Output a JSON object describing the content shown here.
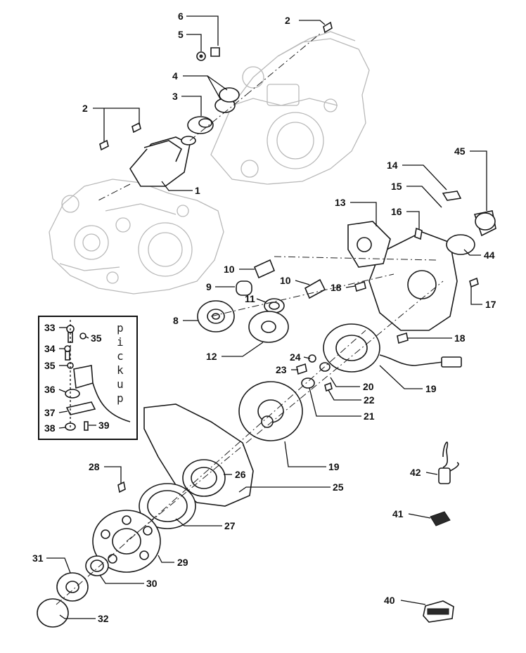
{
  "callouts": [
    {
      "id": "c1",
      "label": "1"
    },
    {
      "id": "c2a",
      "label": "2"
    },
    {
      "id": "c2b",
      "label": "2"
    },
    {
      "id": "c3",
      "label": "3"
    },
    {
      "id": "c4",
      "label": "4"
    },
    {
      "id": "c5",
      "label": "5"
    },
    {
      "id": "c6",
      "label": "6"
    },
    {
      "id": "c8",
      "label": "8"
    },
    {
      "id": "c9",
      "label": "9"
    },
    {
      "id": "c10a",
      "label": "10"
    },
    {
      "id": "c10b",
      "label": "10"
    },
    {
      "id": "c11",
      "label": "11"
    },
    {
      "id": "c12",
      "label": "12"
    },
    {
      "id": "c13",
      "label": "13"
    },
    {
      "id": "c14",
      "label": "14"
    },
    {
      "id": "c15",
      "label": "15"
    },
    {
      "id": "c16",
      "label": "16"
    },
    {
      "id": "c17",
      "label": "17"
    },
    {
      "id": "c18a",
      "label": "18"
    },
    {
      "id": "c18b",
      "label": "18"
    },
    {
      "id": "c19a",
      "label": "19"
    },
    {
      "id": "c19b",
      "label": "19"
    },
    {
      "id": "c20",
      "label": "20"
    },
    {
      "id": "c21",
      "label": "21"
    },
    {
      "id": "c22",
      "label": "22"
    },
    {
      "id": "c23",
      "label": "23"
    },
    {
      "id": "c24",
      "label": "24"
    },
    {
      "id": "c25",
      "label": "25"
    },
    {
      "id": "c26",
      "label": "26"
    },
    {
      "id": "c27",
      "label": "27"
    },
    {
      "id": "c28",
      "label": "28"
    },
    {
      "id": "c29",
      "label": "29"
    },
    {
      "id": "c30",
      "label": "30"
    },
    {
      "id": "c31",
      "label": "31"
    },
    {
      "id": "c32",
      "label": "32"
    },
    {
      "id": "c33",
      "label": "33"
    },
    {
      "id": "c34",
      "label": "34"
    },
    {
      "id": "c35a",
      "label": "35"
    },
    {
      "id": "c35b",
      "label": "35"
    },
    {
      "id": "c36",
      "label": "36"
    },
    {
      "id": "c37",
      "label": "37"
    },
    {
      "id": "c38",
      "label": "38"
    },
    {
      "id": "c39",
      "label": "39"
    },
    {
      "id": "c40",
      "label": "40"
    },
    {
      "id": "c41",
      "label": "41"
    },
    {
      "id": "c42",
      "label": "42"
    },
    {
      "id": "c44",
      "label": "44"
    },
    {
      "id": "c45",
      "label": "45"
    }
  ],
  "inset": {
    "vertical_letters": [
      "p",
      "i",
      "c",
      "k",
      "u",
      "p"
    ]
  }
}
